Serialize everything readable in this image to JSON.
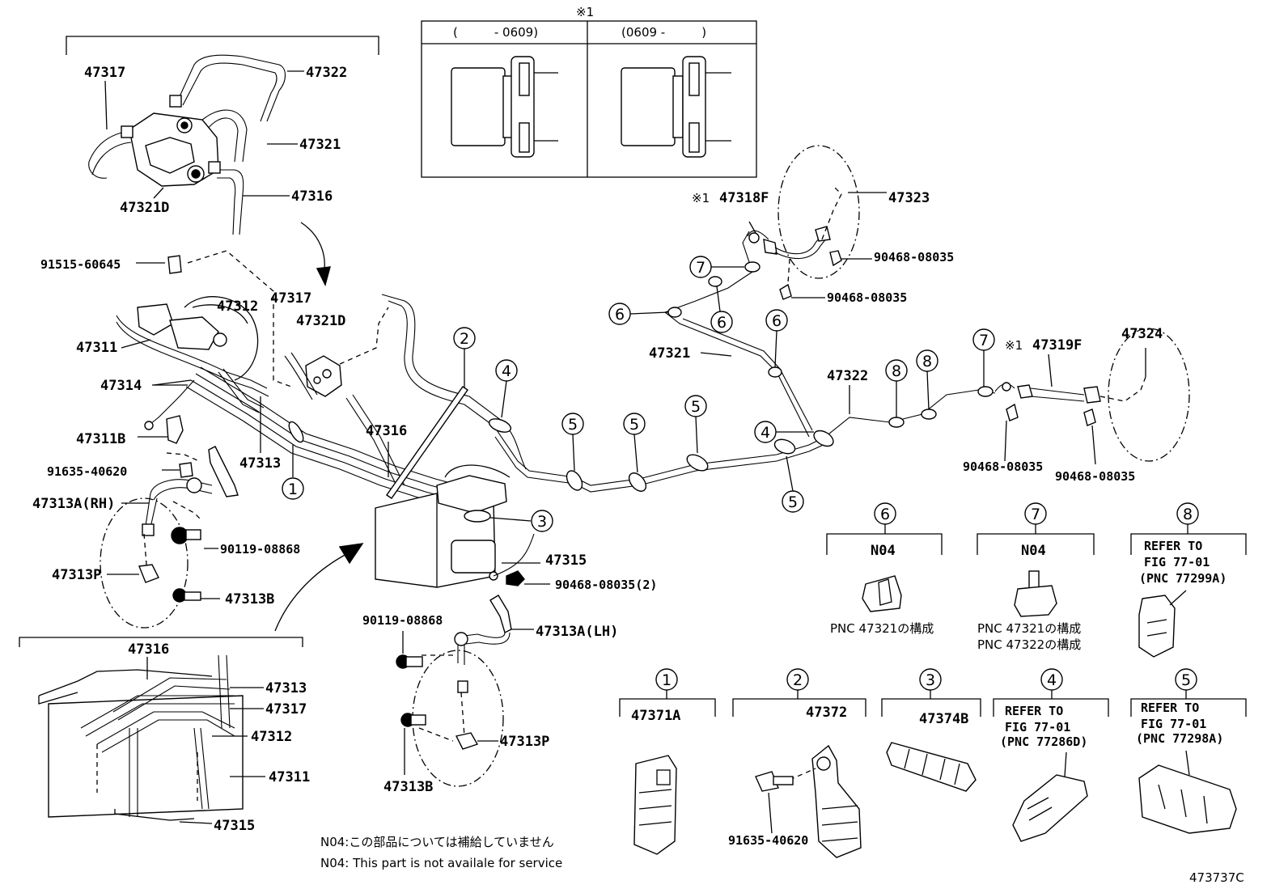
{
  "labels": {
    "top_left": {
      "p47317": "47317",
      "p47322": "47322",
      "p47321": "47321",
      "p47316": "47316",
      "p47321d": "47321D"
    },
    "left": {
      "p91515": "91515-60645",
      "p47317": "47317",
      "p47312": "47312",
      "p47321d": "47321D",
      "p47311": "47311",
      "p47314": "47314",
      "p47311b": "47311B",
      "p47313": "47313",
      "p91635": "91635-40620",
      "p47313a_rh": "47313A(RH)",
      "p90119": "90119-08868",
      "p47313p": "47313P",
      "p47313b": "47313B",
      "p47316": "47316"
    },
    "center": {
      "p47315": "47315",
      "p90468_2": "90468-08035(2)",
      "p90119": "90119-08868",
      "p47313a_lh": "47313A(LH)",
      "p47313p": "47313P",
      "p47313b": "47313B"
    },
    "bottom_left": {
      "p47316": "47316",
      "p47313": "47313",
      "p47317": "47317",
      "p47312": "47312",
      "p47311": "47311",
      "p47315": "47315"
    },
    "right": {
      "p47318f": "47318F",
      "p47318f_mark": "※1",
      "p47323": "47323",
      "p90468_a": "90468-08035",
      "p90468_b": "90468-08035",
      "p47321": "47321",
      "p47322": "47322",
      "p47319f": "47319F",
      "p47319f_mark": "※1",
      "p47324": "47324",
      "p90468_c": "90468-08035",
      "p90468_d": "90468-08035"
    }
  },
  "inset_table": {
    "mark": "※1",
    "col1": "(　　　- 0609)",
    "col2": "(0609 -　　　)"
  },
  "callouts": {
    "c1": "1",
    "c2": "2",
    "c3": "3",
    "c4": "4",
    "c5": "5",
    "c6": "6",
    "c7": "7",
    "c8": "8"
  },
  "legend": {
    "g6": {
      "num": "6",
      "code": "N04",
      "desc": "PNC 47321の構成"
    },
    "g7": {
      "num": "7",
      "code": "N04",
      "desc1": "PNC 47321の構成",
      "desc2": "PNC 47322の構成"
    },
    "g8": {
      "num": "8",
      "line1": "REFER TO",
      "line2": "FIG 77-01",
      "line3": "(PNC 77299A)"
    },
    "g1": {
      "num": "1",
      "part": "47371A"
    },
    "g2": {
      "num": "2",
      "part": "47372",
      "bolt": "91635-40620"
    },
    "g3": {
      "num": "3",
      "part": "47374B"
    },
    "g4": {
      "num": "4",
      "line1": "REFER TO",
      "line2": "FIG 77-01",
      "line3": "(PNC 77286D)"
    },
    "g5": {
      "num": "5",
      "line1": "REFER TO",
      "line2": "FIG 77-01",
      "line3": "(PNC 77298A)"
    }
  },
  "notes": {
    "jp": "N04:この部品については補給していません",
    "en": "N04: This part is not availale for service"
  },
  "figure_code": "473737C"
}
